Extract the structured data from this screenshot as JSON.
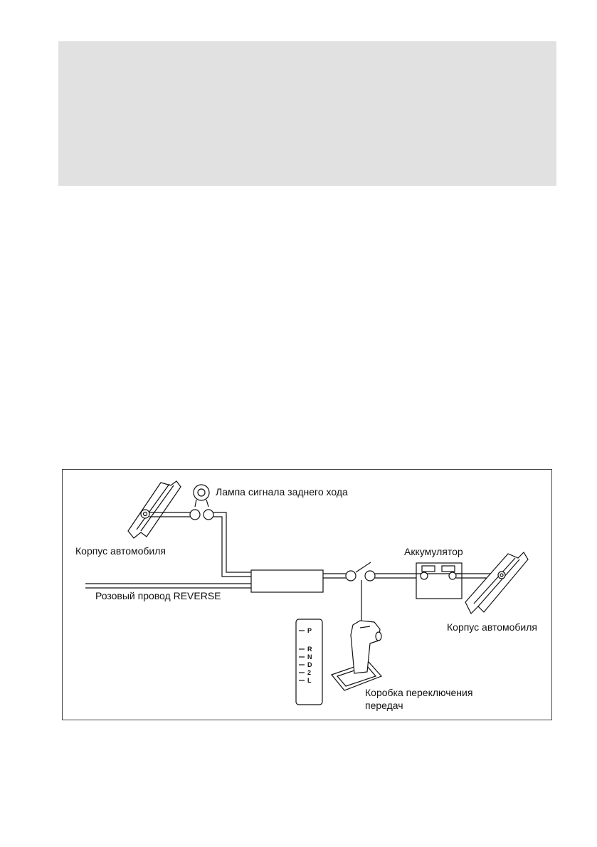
{
  "diagram": {
    "labels": {
      "lamp": "Лампа сигнала заднего хода",
      "body_left": "Корпус автомобиля",
      "battery": "Аккумулятор",
      "wire": "Розовый провод REVERSE",
      "body_right": "Корпус автомобиля",
      "gearbox_line1": "Коробка переключения",
      "gearbox_line2": "передач"
    },
    "gear_positions": [
      "P",
      "R",
      "N",
      "D",
      "2",
      "L"
    ]
  }
}
